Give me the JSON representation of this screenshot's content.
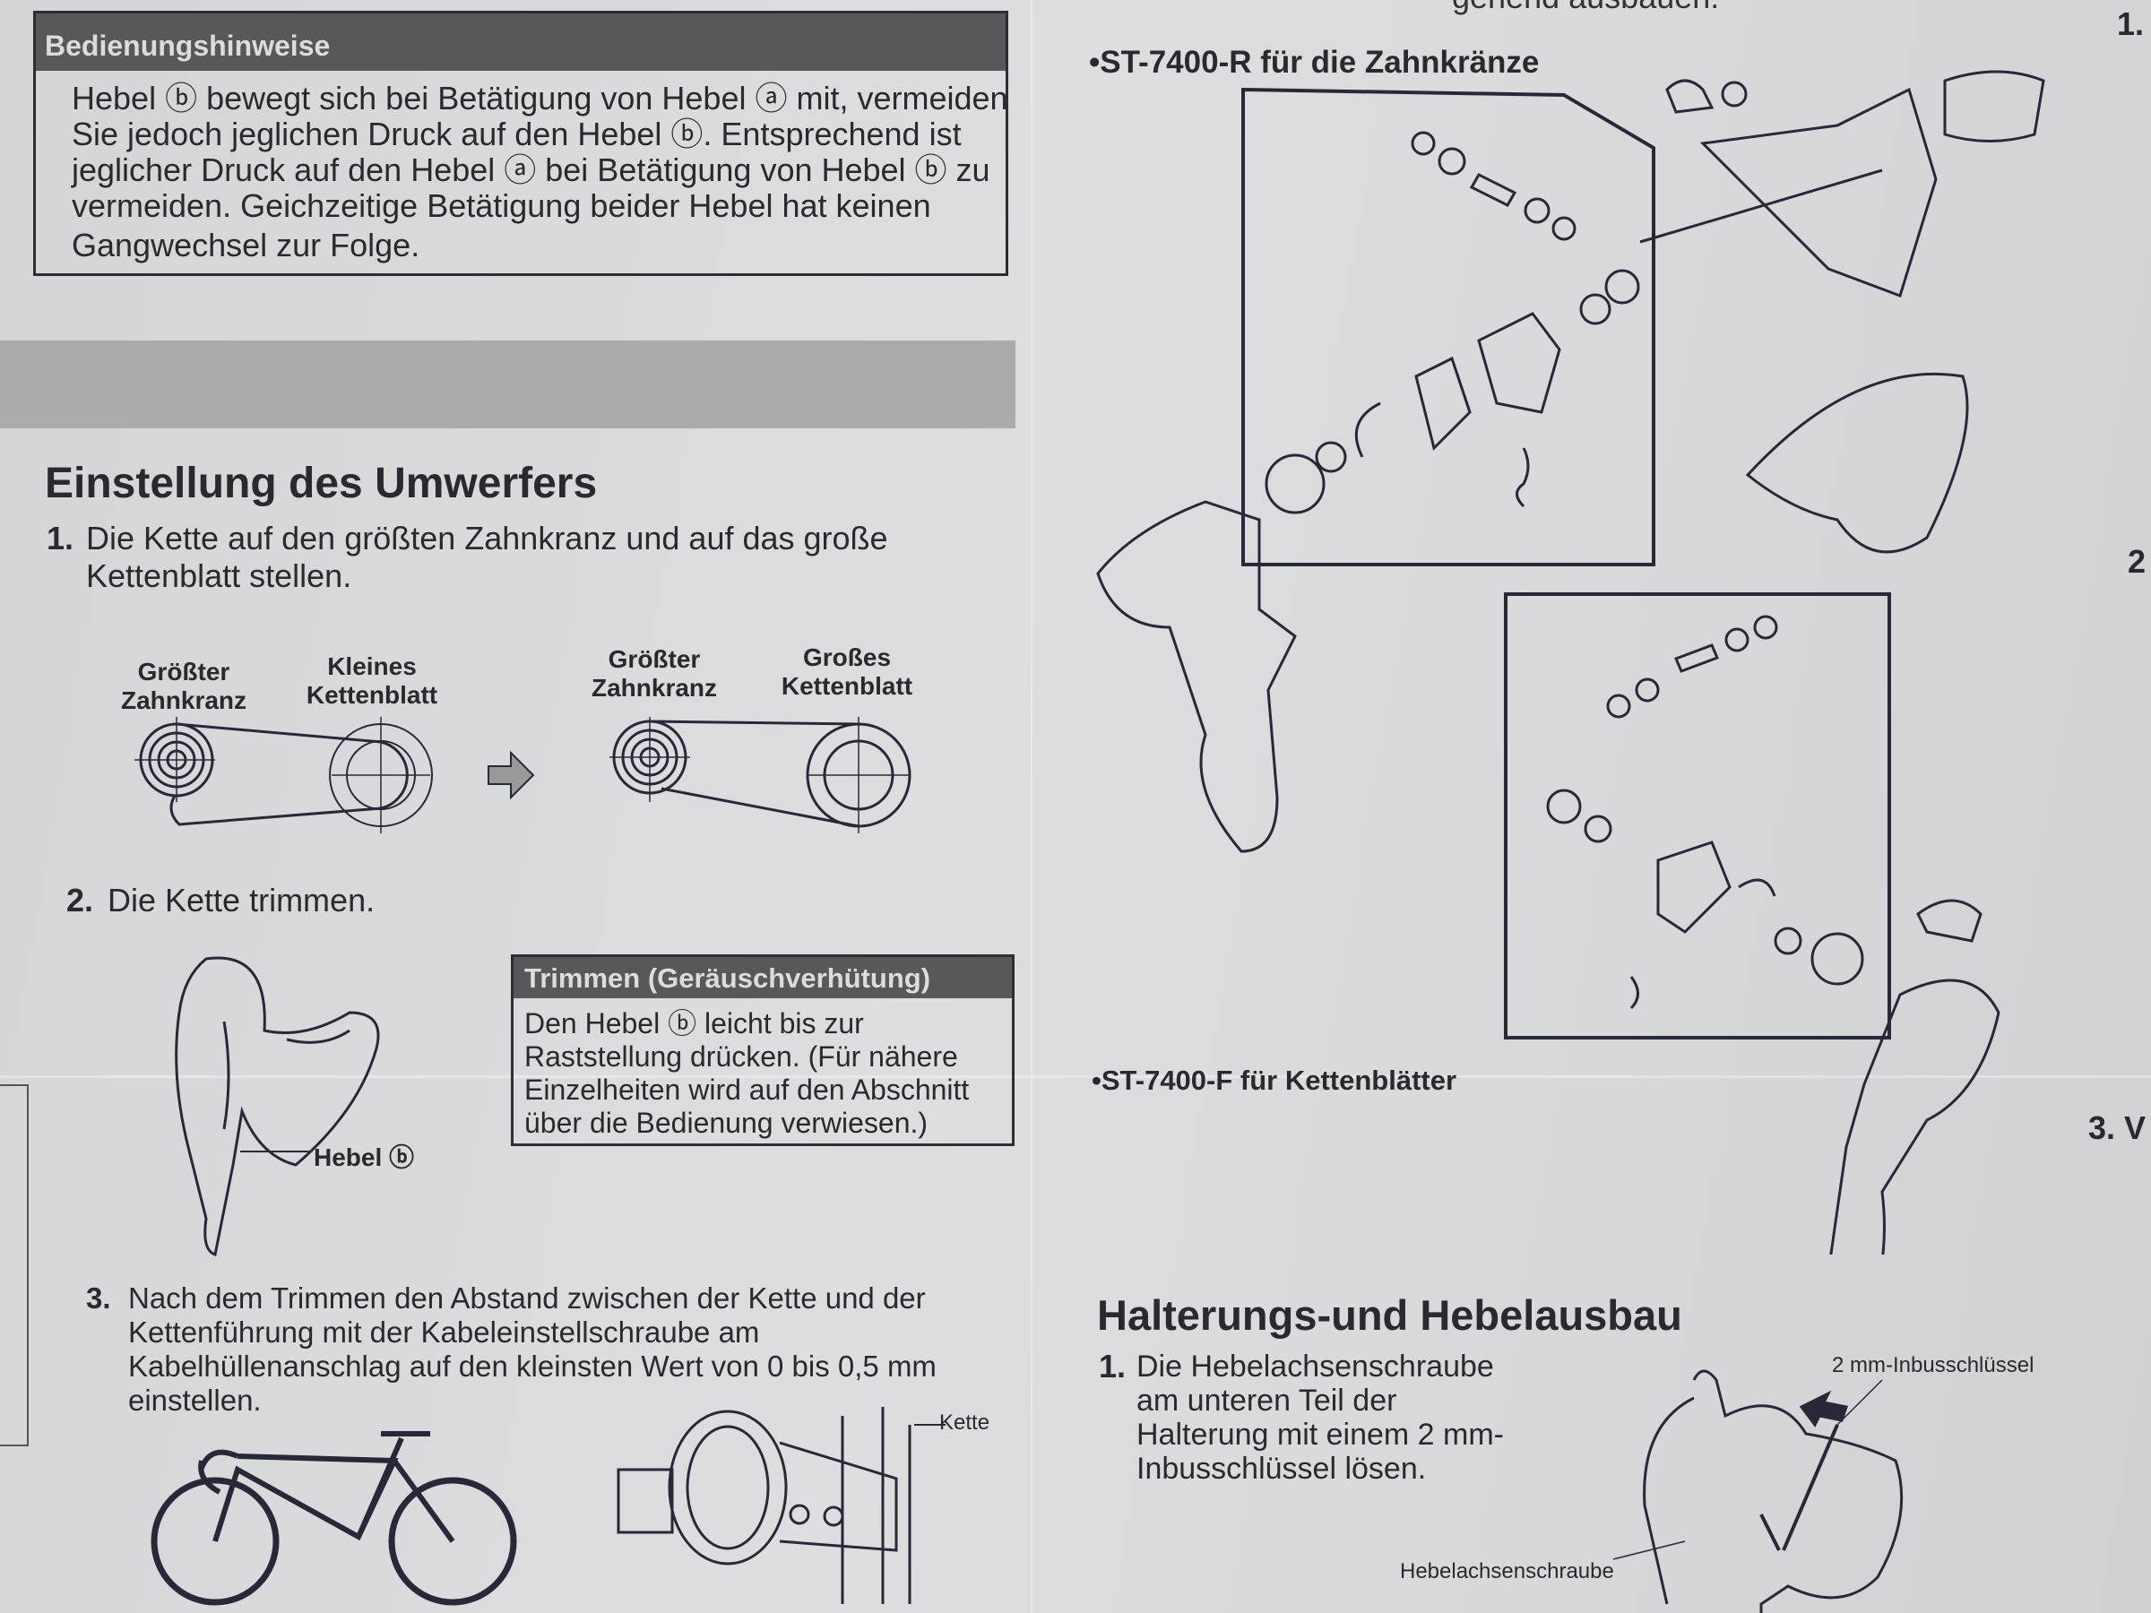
{
  "top_clipped": "gehend ausbauen.",
  "operation_notes": {
    "title": "Bedienungshinweise",
    "lines": [
      "Hebel ⓑ bewegt sich bei Betätigung von Hebel ⓐ mit, vermeiden",
      "Sie jedoch jeglichen Druck auf den Hebel ⓑ. Entsprechend ist",
      "jeglicher Druck auf den Hebel ⓐ bei Betätigung von Hebel ⓑ zu",
      "vermeiden. Geichzeitige Betätigung beider Hebel hat keinen",
      "Gangwechsel zur Folge."
    ]
  },
  "derailleur": {
    "heading": "Einstellung des Umwerfers",
    "step1": {
      "num": "1.",
      "lines": [
        "Die Kette auf den größten Zahnkranz und auf das große",
        "Kettenblatt stellen."
      ]
    },
    "diagram": {
      "before": {
        "left": [
          "Größter",
          "Zahnkranz"
        ],
        "right": [
          "Kleines",
          "Kettenblatt"
        ]
      },
      "after": {
        "left": [
          "Größter",
          "Zahnkranz"
        ],
        "right": [
          "Großes",
          "Kettenblatt"
        ]
      }
    },
    "step2": {
      "num": "2.",
      "text": "Die Kette trimmen."
    },
    "lever_label": "Hebel ⓑ",
    "trim_box": {
      "title": "Trimmen (Geräuschverhütung)",
      "lines": [
        "Den Hebel ⓑ leicht bis zur",
        "Raststellung drücken. (Für nähere",
        "Einzelheiten wird auf den Abschnitt",
        "über die Bedienung verwiesen.)"
      ]
    },
    "step3": {
      "num": "3.",
      "lines": [
        "Nach dem Trimmen den Abstand zwischen der Kette und der",
        "Kettenführung mit der Kabeleinstellschraube am",
        "Kabelhüllenanschlag auf den kleinsten Wert von 0 bis 0,5 mm",
        "einstellen."
      ]
    },
    "chain_label": "Kette"
  },
  "right": {
    "rear_label": "•ST-7400-R für die Zahnkränze",
    "front_label": "•ST-7400-F für Kettenblätter",
    "removal": {
      "heading": "Halterungs-und Hebelausbau",
      "step1": {
        "num": "1.",
        "lines": [
          "Die Hebelachsenschraube",
          "am unteren Teil der",
          "Halterung mit einem 2 mm-",
          "Inbusschlüssel lösen."
        ]
      },
      "wrench_label": "2 mm-Inbusschlüssel",
      "screw_label": "Hebelachsenschraube"
    },
    "edge_numbers": [
      "1.",
      "2",
      "3. V"
    ]
  }
}
